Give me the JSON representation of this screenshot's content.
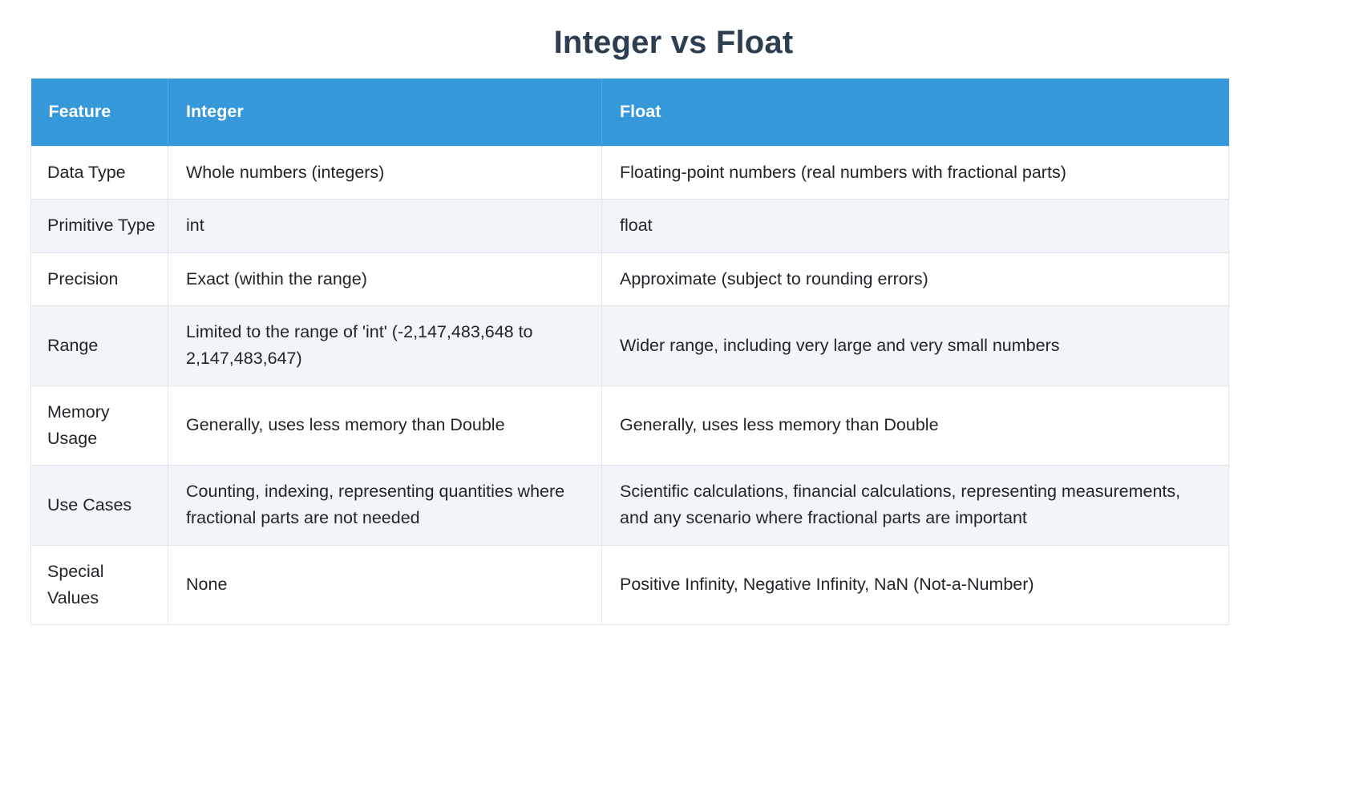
{
  "page": {
    "title": "Integer vs Float"
  },
  "theme": {
    "header_bg": "#3498db",
    "header_text": "#ffffff",
    "title_color": "#2c3e50",
    "row_alt_bg": "#f1f5f9",
    "row_bg": "#ffffff",
    "border_color": "#e3e6e8",
    "body_text": "#212529"
  },
  "table": {
    "columns": [
      "Feature",
      "Integer",
      "Float"
    ],
    "rows": [
      {
        "feature": "Data Type",
        "integer": "Whole numbers (integers)",
        "float": "Floating-point numbers (real numbers with fractional parts)"
      },
      {
        "feature": "Primitive Type",
        "integer": "int",
        "float": "float"
      },
      {
        "feature": "Precision",
        "integer": "Exact (within the range)",
        "float": "Approximate (subject to rounding errors)"
      },
      {
        "feature": "Range",
        "integer": "Limited to the range of 'int' (-2,147,483,648 to 2,147,483,647)",
        "float": "Wider range, including very large and very small numbers"
      },
      {
        "feature": "Memory Usage",
        "integer": "Generally, uses less memory than Double",
        "float": "Generally, uses less memory than Double"
      },
      {
        "feature": "Use Cases",
        "integer": "Counting, indexing, representing quantities where fractional parts are not needed",
        "float": "Scientific calculations, financial calculations, representing measurements, and any scenario where fractional parts are important"
      },
      {
        "feature": "Special Values",
        "integer": "None",
        "float": "Positive Infinity, Negative Infinity, NaN (Not-a-Number)"
      }
    ]
  }
}
